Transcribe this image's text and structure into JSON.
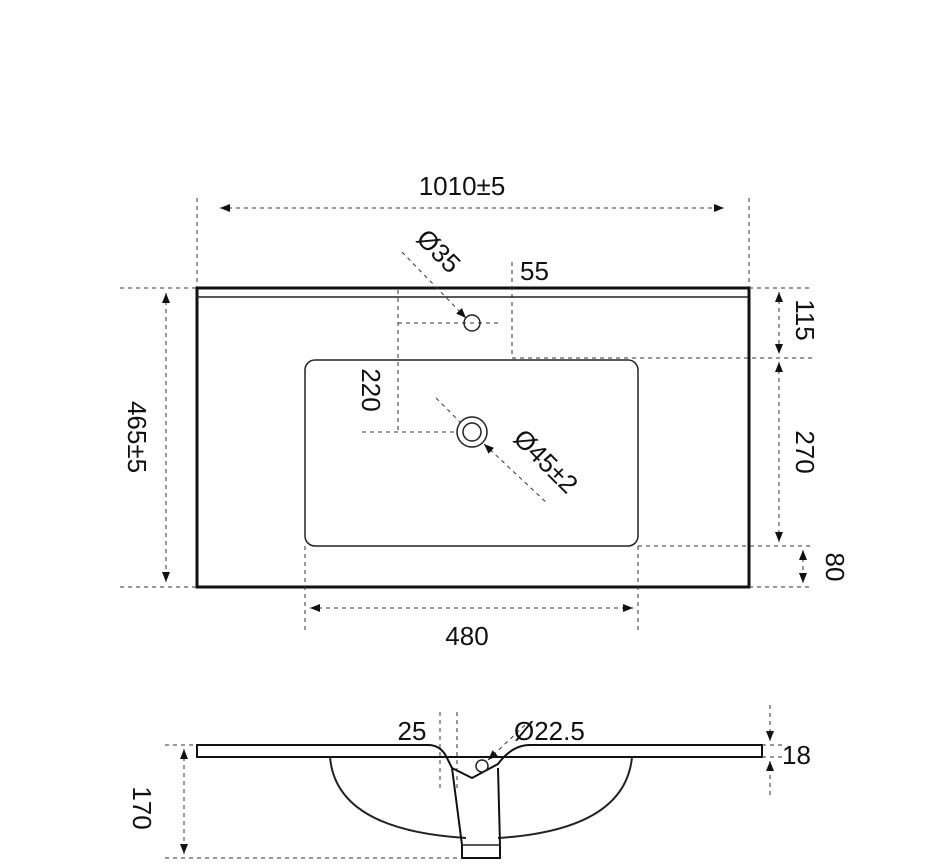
{
  "top_view": {
    "overall_width": "1010±5",
    "overall_depth": "465±5",
    "tap_hole_diameter": "Ø35",
    "tap_offset": "55",
    "tap_to_drain": "220",
    "back_edge_to_bowl": "115",
    "bowl_depth": "270",
    "bowl_to_front": "80",
    "bowl_width": "480",
    "drain_diameter": "Ø45±2"
  },
  "side_view": {
    "left_dim": "25",
    "overflow_diameter": "Ø22.5",
    "slab_thickness": "18",
    "total_height": "170"
  },
  "colors": {
    "line": "#111111",
    "background": "#ffffff"
  }
}
